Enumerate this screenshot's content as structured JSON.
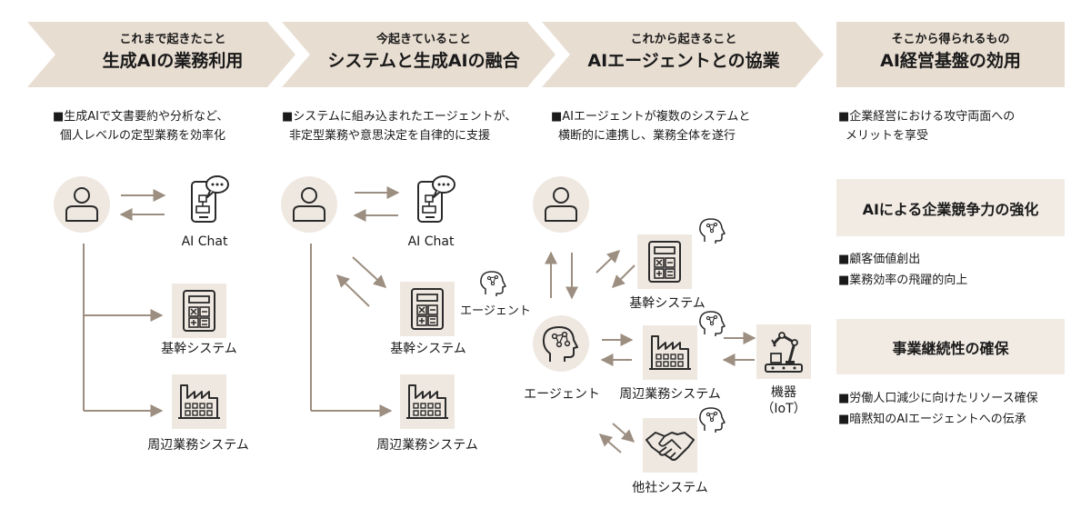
{
  "colors": {
    "band": "#e8ddd1",
    "panel": "#f1ebe4",
    "arrow": "#9c8e80",
    "icon_bg": "#efe8e1",
    "ink": "#2b2b2b"
  },
  "stages": [
    {
      "line1": "これまで起きたこと",
      "line2": "生成AIの業務利用",
      "desc": [
        "■生成AIで文書要約や分析など、",
        "個人レベルの定型業務を効率化"
      ]
    },
    {
      "line1": "今起きていること",
      "line2": "システムと生成AIの融合",
      "desc": [
        "■システムに組み込まれたエージェントが、",
        "非定型業務や意思決定を自律的に支援"
      ]
    },
    {
      "line1": "これから起きること",
      "line2": "AIエージェントとの協業",
      "desc": [
        "■AIエージェントが複数のシステムと",
        "横断的に連携し、業務全体を遂行"
      ]
    },
    {
      "line1": "そこから得られるもの",
      "line2": "AI経営基盤の効用",
      "desc": [
        "■企業経営における攻守両面への",
        "メリットを享受"
      ]
    }
  ],
  "labels": {
    "ai_chat": "AI Chat",
    "core_system": "基幹システム",
    "peripheral_system": "周辺業務システム",
    "agent": "エージェント",
    "agent_hyphen": "エージェント",
    "other_system": "他社システム",
    "device": "機器",
    "iot": "（IoT）"
  },
  "benefits": [
    {
      "title": "AIによる企業競争力の強化",
      "items": [
        "■顧客価値創出",
        "■業務効率の飛躍的向上"
      ]
    },
    {
      "title": "事業継続性の確保",
      "items": [
        "■労働人口減少に向けたリソース確保",
        "■暗黙知のAIエージェントへの伝承"
      ]
    }
  ],
  "icons": [
    "person-icon",
    "phone-chat-icon",
    "calculator-icon",
    "factory-icon",
    "agent-brain-icon",
    "handshake-icon",
    "robot-arm-icon"
  ]
}
